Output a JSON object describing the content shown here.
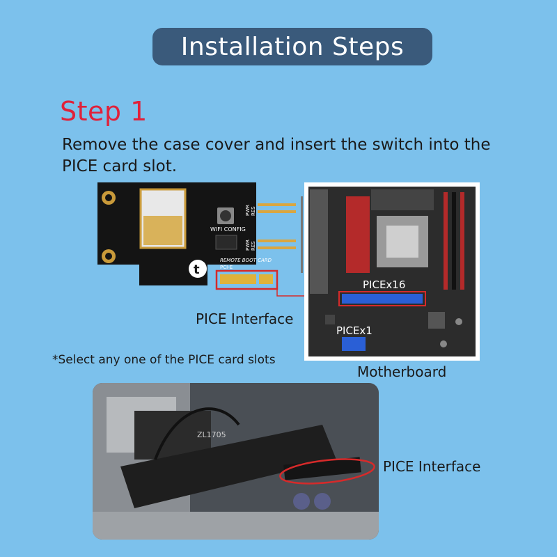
{
  "header": {
    "title": "Installation Steps"
  },
  "step": {
    "title": "Step 1",
    "description": "Remove the case cover and insert the switch into the PICE card slot."
  },
  "card": {
    "label_remote": "REMOTE BOOT CARD",
    "label_pcie": "PCI-E",
    "label_wifi": "WIFI CONFIG",
    "label_pwr": "PWR",
    "label_res": "RES",
    "logo_glyph": "t"
  },
  "motherboard": {
    "slot_x16_label": "PICEx16",
    "slot_x1_label": "PICEx1"
  },
  "photo": {
    "chip_text": "ZL1705"
  },
  "labels": {
    "interface_top": "PICE Interface",
    "note": "*Select any one of the PICE card slots",
    "motherboard": "Motherboard",
    "interface_bottom": "PICE Interface"
  },
  "colors": {
    "background": "#7cc1ec",
    "title_pill": "#3a5a7b",
    "step_red": "#e0213a",
    "highlight_red": "#d62a2a",
    "slot_blue": "#2a5fd6"
  }
}
